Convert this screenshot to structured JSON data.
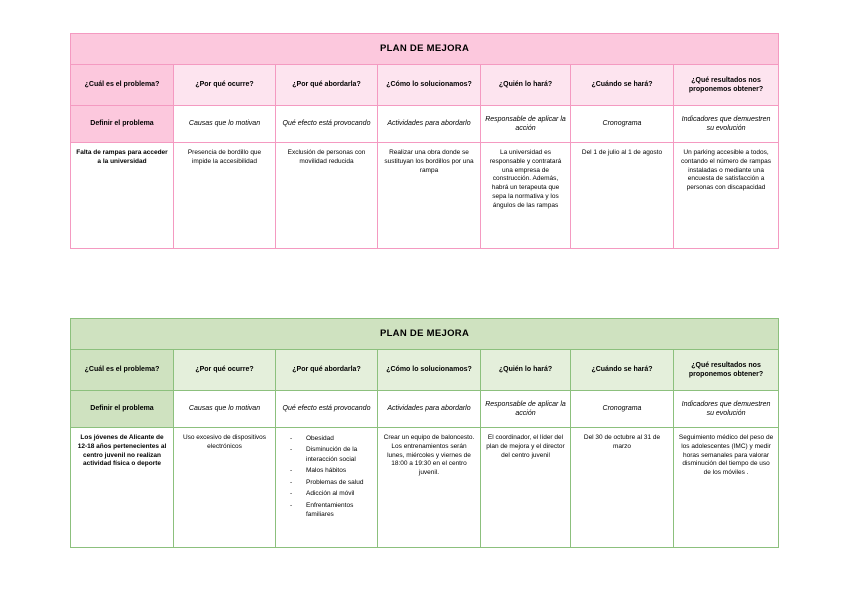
{
  "document": {
    "tables": [
      {
        "id": "plan-mejora-accesibilidad",
        "theme": "pink",
        "accent": "#f49ac1",
        "title_bg": "#fcc8dd",
        "header_bg": "#fde4ef",
        "title": "PLAN DE MEJORA",
        "headers": [
          "¿Cuál es el problema?",
          "¿Por qué ocurre?",
          "¿Por qué abordarla?",
          "¿Cómo lo solucionamos?",
          "¿Quién lo hará?",
          "¿Cuándo se hará?",
          "¿Qué resultados nos proponemos obtener?"
        ],
        "subheaders": [
          "Definir el problema",
          "Causas que lo motivan",
          "Qué efecto está provocando",
          "Actividades para abordarlo",
          "Responsable de aplicar la acción",
          "Cronograma",
          "Indicadores que demuestren su evolución"
        ],
        "row": [
          "Falta de rampas para acceder a la universidad",
          "Presencia de bordillo que impide la accesibilidad",
          "Exclusión de personas con movilidad reducida",
          "Realizar una obra donde se sustituyan los bordillos por una rampa",
          "La universidad es responsable y contratará una empresa de construcción. Además, habrá un terapeuta que sepa la normativa y los ángulos de las rampas",
          "Del 1 de julio al 1 de agosto",
          "Un parking accesible a todos, contando el número de rampas instaladas o mediante una encuesta de satisfacción a personas con discapacidad"
        ]
      },
      {
        "id": "plan-mejora-actividad-fisica",
        "theme": "green",
        "accent": "#8cc07d",
        "title_bg": "#cfe2c0",
        "header_bg": "#e4efdb",
        "title": "PLAN DE MEJORA",
        "headers": [
          "¿Cuál es el problema?",
          "¿Por qué ocurre?",
          "¿Por qué abordarla?",
          "¿Cómo lo solucionamos?",
          "¿Quién lo hará?",
          "¿Cuándo se hará?",
          "¿Qué resultados nos proponemos obtener?"
        ],
        "subheaders": [
          "Definir el problema",
          "Causas que lo motivan",
          "Qué efecto está provocando",
          "Actividades para abordarlo",
          "Responsable de aplicar la acción",
          "Cronograma",
          "Indicadores que demuestren su evolución"
        ],
        "row": [
          "Los jóvenes de Alicante de 12-18 años pertenecientes al centro juvenil no realizan actividad física o deporte",
          "Uso excesivo de dispositivos electrónicos",
          "",
          "Crear un equipo de baloncesto. Los entrenamientos serán lunes, miércoles y viernes de 18:00 a 19:30 en el centro juvenil.",
          "El coordinador, el líder del plan de mejora y el director del centro juvenil",
          "Del 30 de octubre al 31 de marzo",
          "Seguimiento médico del peso de los adolescentes (IMC) y medir horas semanales para valorar disminución del tiempo de uso de los móviles ."
        ],
        "effects_bullets": [
          "Obesidad",
          "Disminución de la interacción social",
          "Malos hábitos",
          "Problemas de salud",
          "Adicción al móvil",
          "Enfrentamientos familiares"
        ]
      }
    ]
  }
}
